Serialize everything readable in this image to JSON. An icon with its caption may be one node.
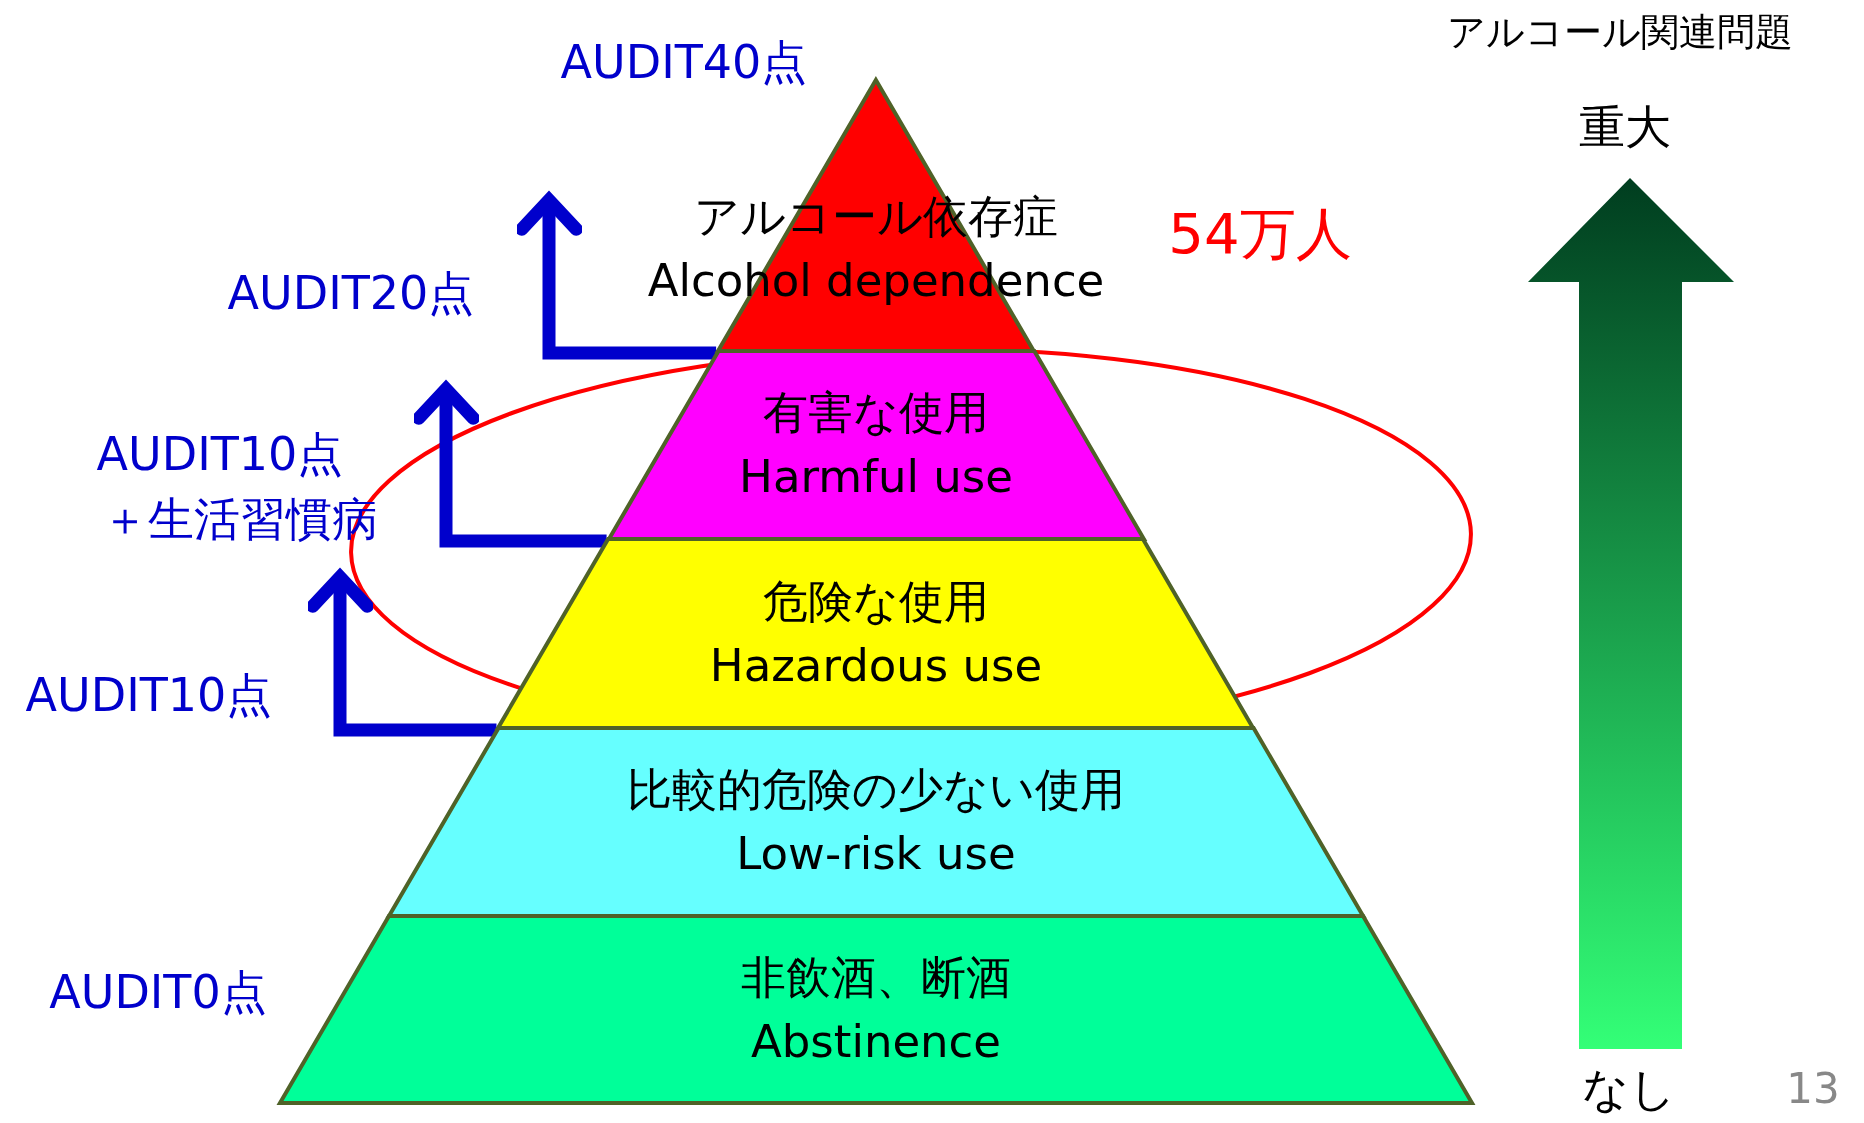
{
  "diagram": {
    "nodes": [
      {
        "text": [
          "アルコール依存症",
          "Alcohol dependence"
        ]
      },
      {
        "text": [
          "有害な使用",
          "Harmful use"
        ]
      },
      {
        "text": [
          "危険な使用",
          "Hazardous use"
        ]
      },
      {
        "text": [
          "比較的危険の少ない使用",
          "Low-risk use"
        ]
      },
      {
        "text": [
          "非飲酒、断酒",
          "Abstinence"
        ]
      }
    ],
    "edges": [
      {
        "from": 1,
        "to": null,
        "arrow": "to"
      },
      {
        "from": 2,
        "to": null,
        "arrow": "to"
      },
      {
        "from": 3,
        "to": null,
        "arrow": "to"
      }
    ],
    "labels": [
      "アルコール関連問題",
      "AUDIT40点",
      "重大",
      "54万人",
      "AUDIT20点",
      "AUDIT10点",
      "＋生活習慣病",
      "AUDIT10点",
      "AUDIT0点",
      "なし",
      "13"
    ]
  }
}
